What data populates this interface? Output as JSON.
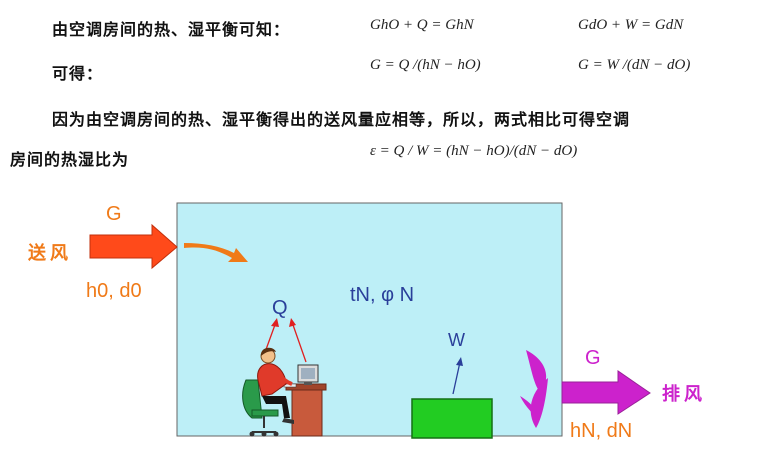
{
  "text": {
    "line1_label": "由空调房间的热、湿平衡可知：",
    "eq_heat": "GhO + Q = GhN",
    "eq_moist": "GdO + W = GdN",
    "line2_label": "可得：",
    "eq_G_heat": "G = Q /(hN − hO)",
    "eq_G_moist": "G = W /(dN − dO)",
    "line3": "因为由空调房间的热、湿平衡得出的送风量应相等，所以，两式相比可得空调",
    "line4_label": "房间的热湿比为",
    "eq_epsilon": "ε = Q / W = (hN − hO)/(dN − dO)"
  },
  "diagram": {
    "supply_label": "送风",
    "supply_G": "G",
    "supply_props": "h0, d0",
    "room_state": "tN, φ N",
    "heat_Q": "Q",
    "moisture_W": "W",
    "exhaust_G": "G",
    "exhaust_label": "排风",
    "exhaust_props": "hN, dN"
  },
  "colors": {
    "room_fill": "#bdeff7",
    "supply_arrow": "#ff4a1a",
    "supply_text": "#f07a18",
    "exhaust_arrow": "#cc22cc",
    "moisture_box": "#22cc22",
    "label_navy": "#2a3f9a",
    "red_arrow": "#e02020"
  },
  "icons": [
    "person-at-computer-icon",
    "swirl-arrow-icon"
  ]
}
